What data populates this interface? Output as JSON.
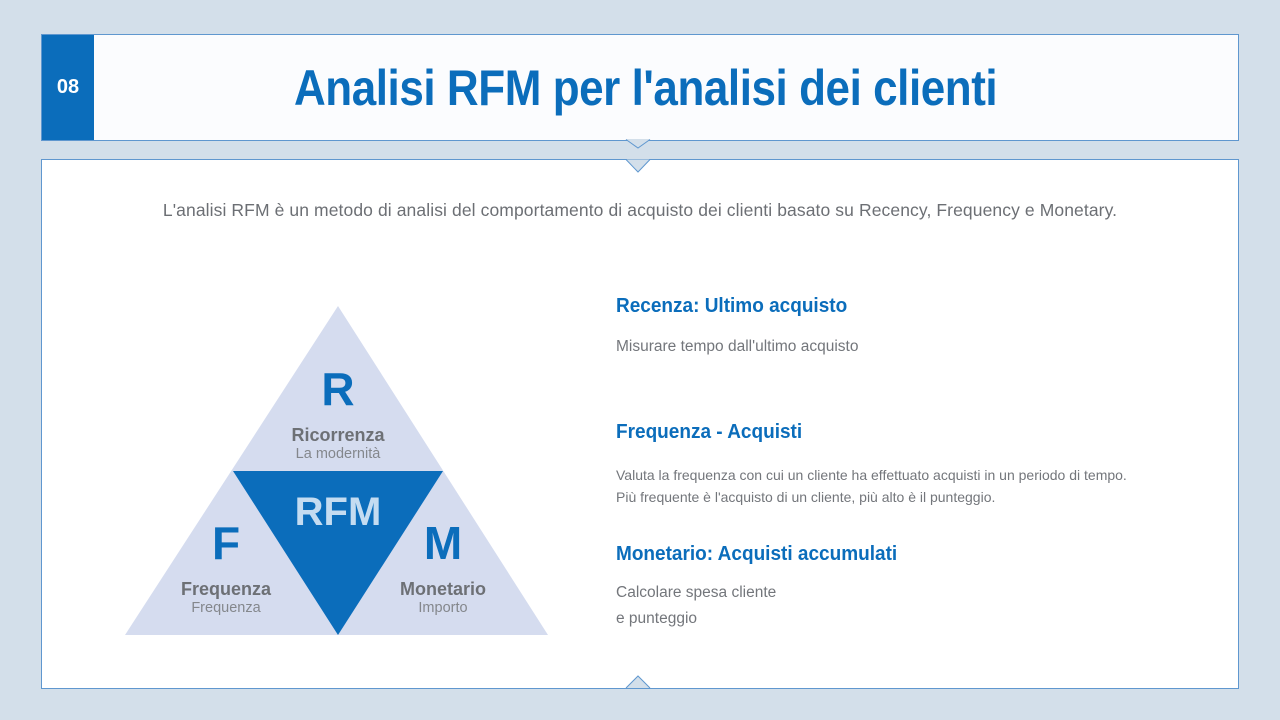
{
  "slide": {
    "number": "08",
    "title": "Analisi RFM per l'analisi dei clienti"
  },
  "intro": "L'analisi RFM è un metodo di analisi del comportamento di acquisto dei clienti basato su Recency, Frequency e Monetary.",
  "diagram": {
    "top": {
      "letter": "R",
      "label": "Ricorrenza",
      "sub": "La modernità"
    },
    "left": {
      "letter": "F",
      "label": "Frequenza",
      "sub": "Frequenza"
    },
    "right": {
      "letter": "M",
      "label": "Monetario",
      "sub": "Importo"
    },
    "center": "RFM",
    "colors": {
      "light": "#d5dcef",
      "dark": "#0b6dbb",
      "center_text": "#c4dcf1"
    }
  },
  "sections": [
    {
      "title": "Recenza: Ultimo acquisto",
      "lines": [
        "Misurare tempo dall'ultimo acquisto"
      ]
    },
    {
      "title": "Frequenza - Acquisti",
      "lines": [
        "Valuta la frequenza con cui un cliente ha effettuato acquisti in un periodo di tempo.",
        "Più frequente è l'acquisto di un cliente, più alto è il punteggio."
      ]
    },
    {
      "title": "Monetario: Acquisti accumulati",
      "lines": [
        "Calcolare spesa cliente",
        "e punteggio"
      ]
    }
  ],
  "colors": {
    "accent": "#0b6dbb",
    "background": "#d3dfea",
    "border": "#5f97cf"
  }
}
